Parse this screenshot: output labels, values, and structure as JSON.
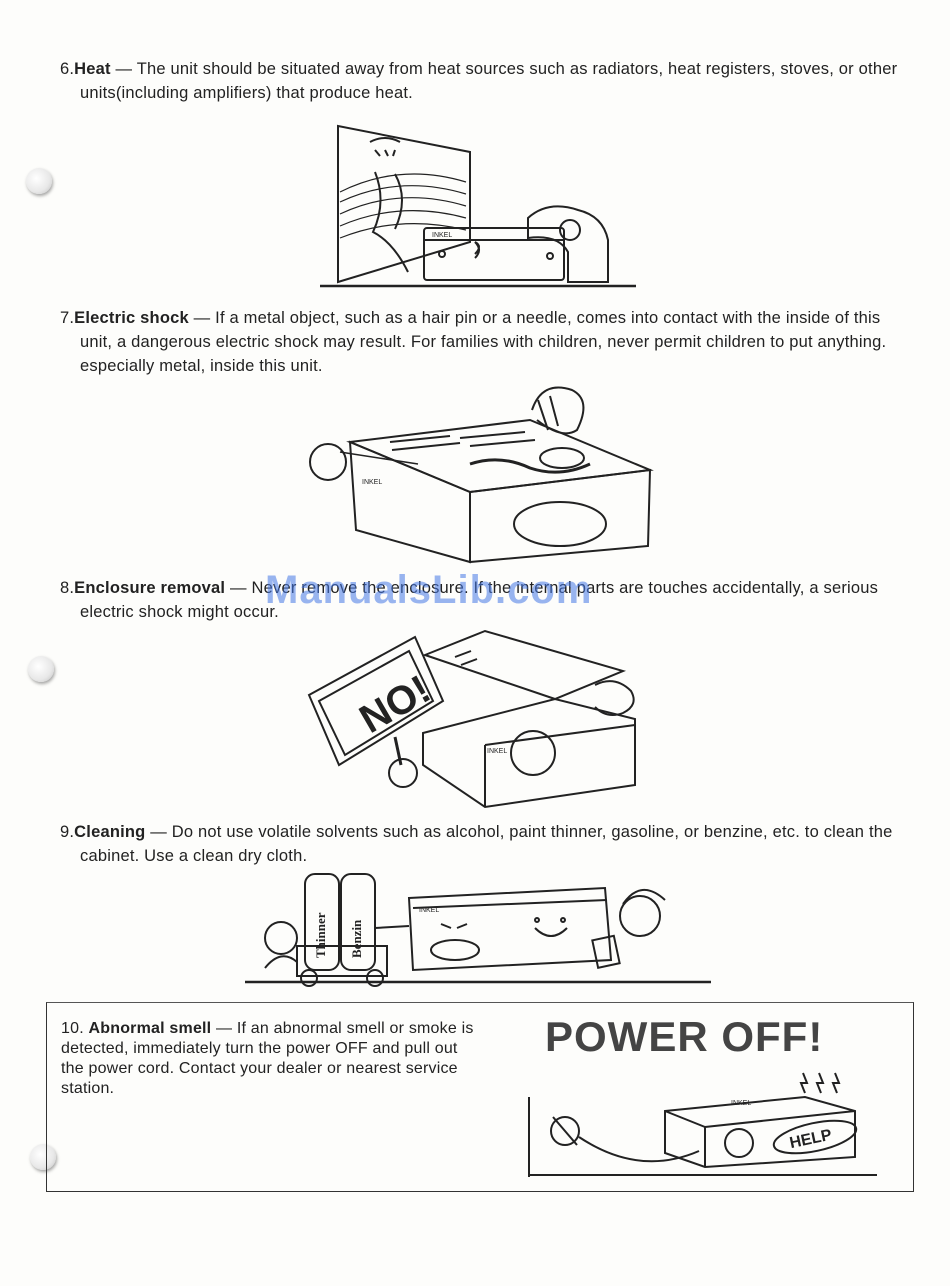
{
  "s6": {
    "num": "6.",
    "title": "Heat",
    "dash": " — ",
    "body": "The unit should be situated away from heat sources such as radiators, heat registers, stoves, or other units(including amplifiers) that produce heat."
  },
  "s7": {
    "num": "7.",
    "title": "Electric shock",
    "dash": " — ",
    "body": "If a metal object, such as a hair pin or a needle, comes into contact with the inside of this unit, a dangerous electric shock may result. For families with children, never permit children to put anything. especially metal, inside this unit."
  },
  "s8": {
    "num": "8.",
    "title": "Enclosure removal",
    "dash": " — ",
    "body": "Never remove the enclosure. If the internal parts are touches accidentally, a serious electric shock might occur."
  },
  "s9": {
    "num": "9.",
    "title": "Cleaning",
    "dash": " — ",
    "body": "Do not use volatile solvents such as alcohol, paint thinner, gasoline, or benzine, etc. to clean the cabinet. Use a clean dry cloth."
  },
  "s10": {
    "num": "10.",
    "title": "Abnormal smell",
    "dash": " — ",
    "body": "If an abnormal smell or smoke is detected, immediately turn the power OFF and pull out the power cord. Contact your dealer or nearest service station."
  },
  "power_off": "POWER OFF!",
  "watermark": "ManualsLib.com",
  "illus_labels": {
    "brand": "INKEL",
    "no_sign": "NO!",
    "help": "HELP",
    "bottle1": "Thinner",
    "bottle2": "Benzin"
  }
}
